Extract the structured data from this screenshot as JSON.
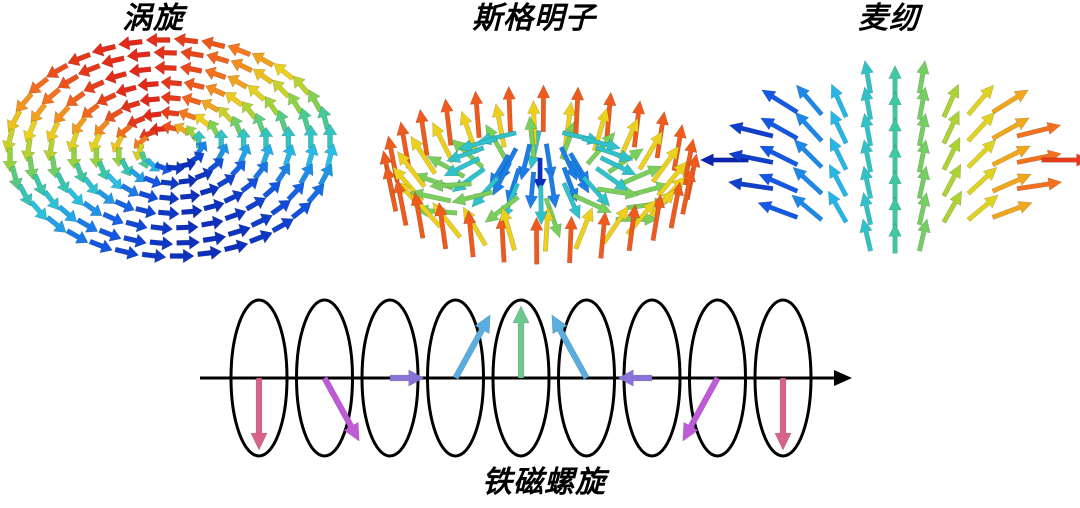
{
  "panels": {
    "vortex": {
      "title": "涡旋"
    },
    "skyrmion": {
      "title": "斯格明子"
    },
    "meron": {
      "title": "麦纫"
    },
    "helix": {
      "title": "铁磁螺旋"
    }
  },
  "colors": {
    "helix_arrows": [
      "#d9628a",
      "#c05bd8",
      "#8a73d8",
      "#5aaedf",
      "#6bc98f",
      "#5aaedf",
      "#8a73d8",
      "#c05bd8",
      "#d9628a"
    ],
    "outline": "#000000"
  },
  "helix": {
    "rings": 9,
    "spin_angles_deg": [
      180,
      135,
      90,
      45,
      0,
      -45,
      -90,
      -135,
      180
    ]
  },
  "icons": {
    "axis": "right-arrow-axis",
    "spin": "spin-arrow"
  }
}
